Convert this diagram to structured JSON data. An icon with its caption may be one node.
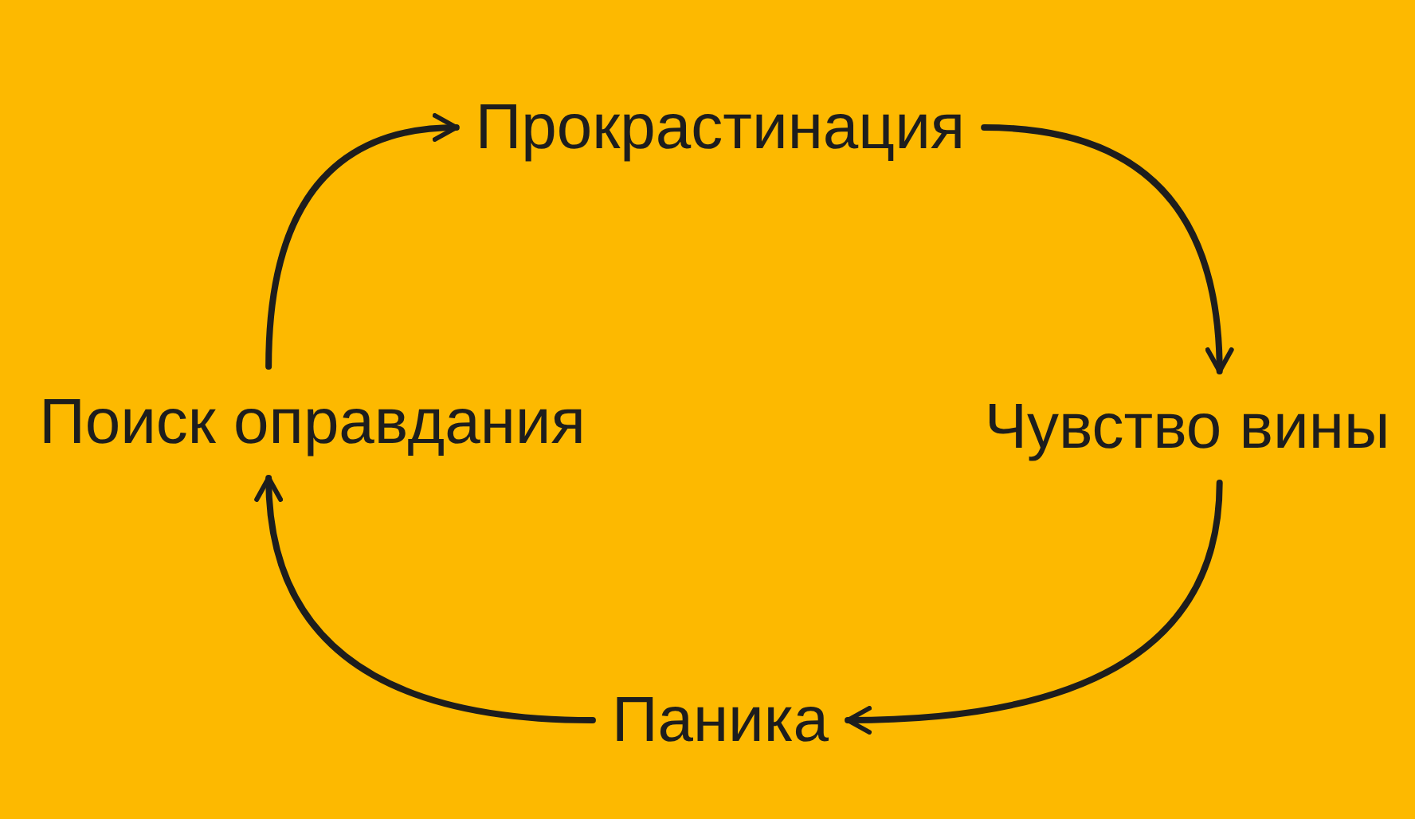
{
  "diagram": {
    "nodes": [
      {
        "text": [
          "Прокрастинация"
        ]
      },
      {
        "text": [
          "Чувство вины"
        ]
      },
      {
        "text": [
          "Паника"
        ]
      },
      {
        "text": [
          "Поиск оправдания"
        ]
      }
    ],
    "edges": [
      {
        "from": 0,
        "to": 1,
        "arrow": "to"
      },
      {
        "from": 1,
        "to": 2,
        "arrow": "to"
      },
      {
        "from": 2,
        "to": 3,
        "arrow": "to"
      },
      {
        "from": 3,
        "to": 0,
        "arrow": "to"
      }
    ]
  }
}
